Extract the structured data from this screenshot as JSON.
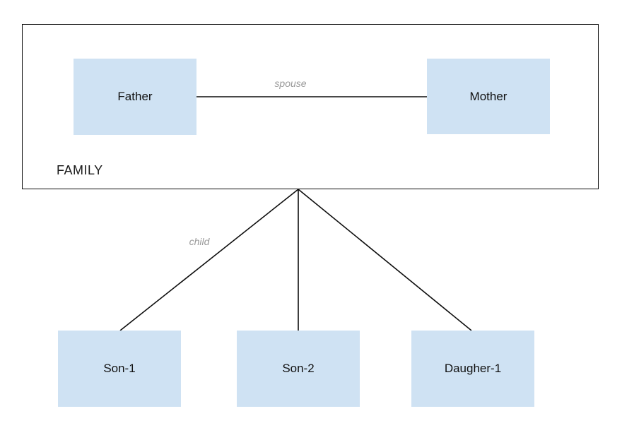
{
  "diagram": {
    "container_label": "FAMILY",
    "nodes": {
      "father": {
        "label": "Father"
      },
      "mother": {
        "label": "Mother"
      },
      "son1": {
        "label": "Son-1"
      },
      "son2": {
        "label": "Son-2"
      },
      "daughter1": {
        "label": "Daugher-1"
      }
    },
    "edges": {
      "spouse_label": "spouse",
      "child_label": "child"
    },
    "colors": {
      "node_fill": "#cfe2f3",
      "edge_line": "#0d0d0d",
      "container_border": "#0d0d0d",
      "container_label": "#1a1a1a",
      "edge_label": "#999999"
    }
  }
}
